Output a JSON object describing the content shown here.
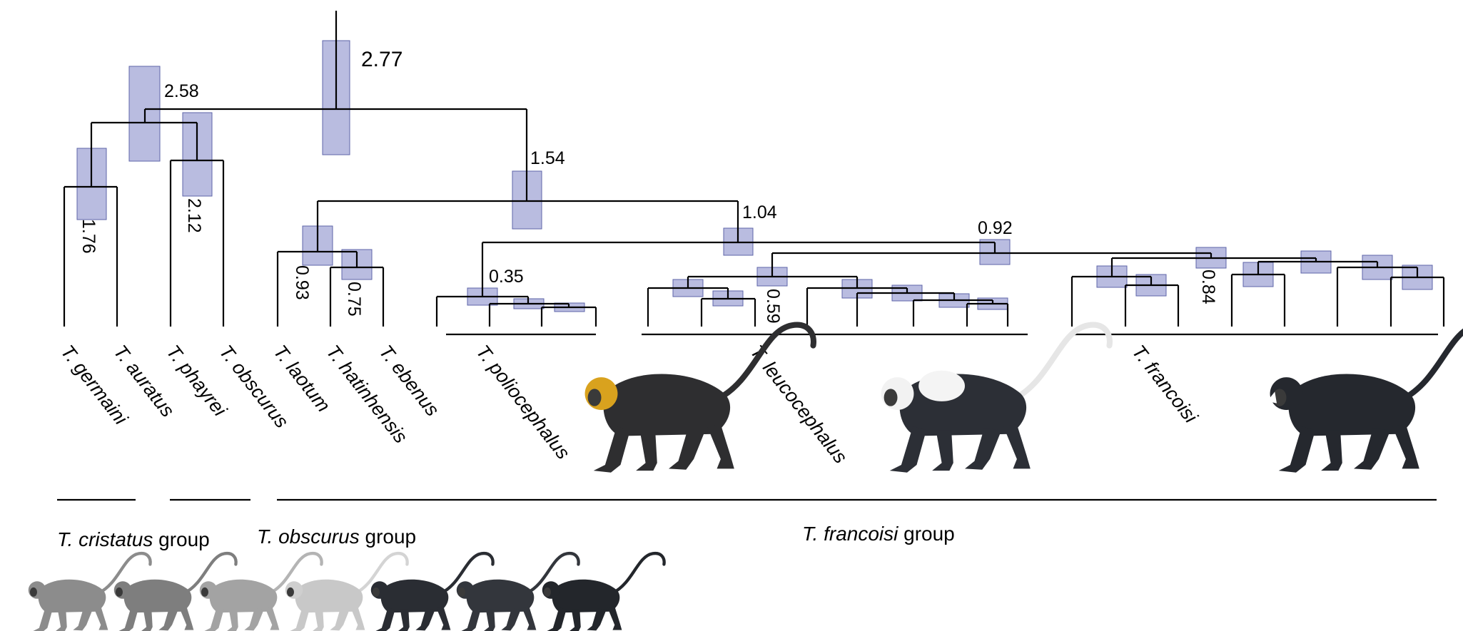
{
  "node_ages": {
    "root": "2.77",
    "cristatus_obscurus": "2.58",
    "cristatus_pair": "1.76",
    "obscurus_pair": "2.12",
    "francoisi_group": "1.54",
    "laotum_clade": "0.93",
    "hatinhensis_ebenus": "0.75",
    "poliocephalus_rest": "1.04",
    "leucocephalus_francoisi": "0.92",
    "poliocephalus_crown": "0.35",
    "leucocephalus_crown": "0.59",
    "francoisi_crown": "0.84"
  },
  "taxa": [
    "T. germaini",
    "T. auratus",
    "T. phayrei",
    "T. obscurus",
    "T. laotum",
    "T. hatinhensis",
    "T. ebenus",
    "T. poliocephalus",
    "T. leucocephalus",
    "T. francoisi"
  ],
  "groups": [
    {
      "italic": "T. cristatus",
      "rest": " group"
    },
    {
      "italic": "T. obscurus",
      "rest": " group"
    },
    {
      "italic": "T. francoisi",
      "rest": " group"
    }
  ],
  "colors": {
    "hpd_bar": "#7f85c7",
    "branch": "#000000",
    "grey_langur": "#8c8c8c",
    "pale_langur": "#c8c8c8",
    "dark_langur": "#2a2d33",
    "golden_head": "#d9a21e"
  }
}
